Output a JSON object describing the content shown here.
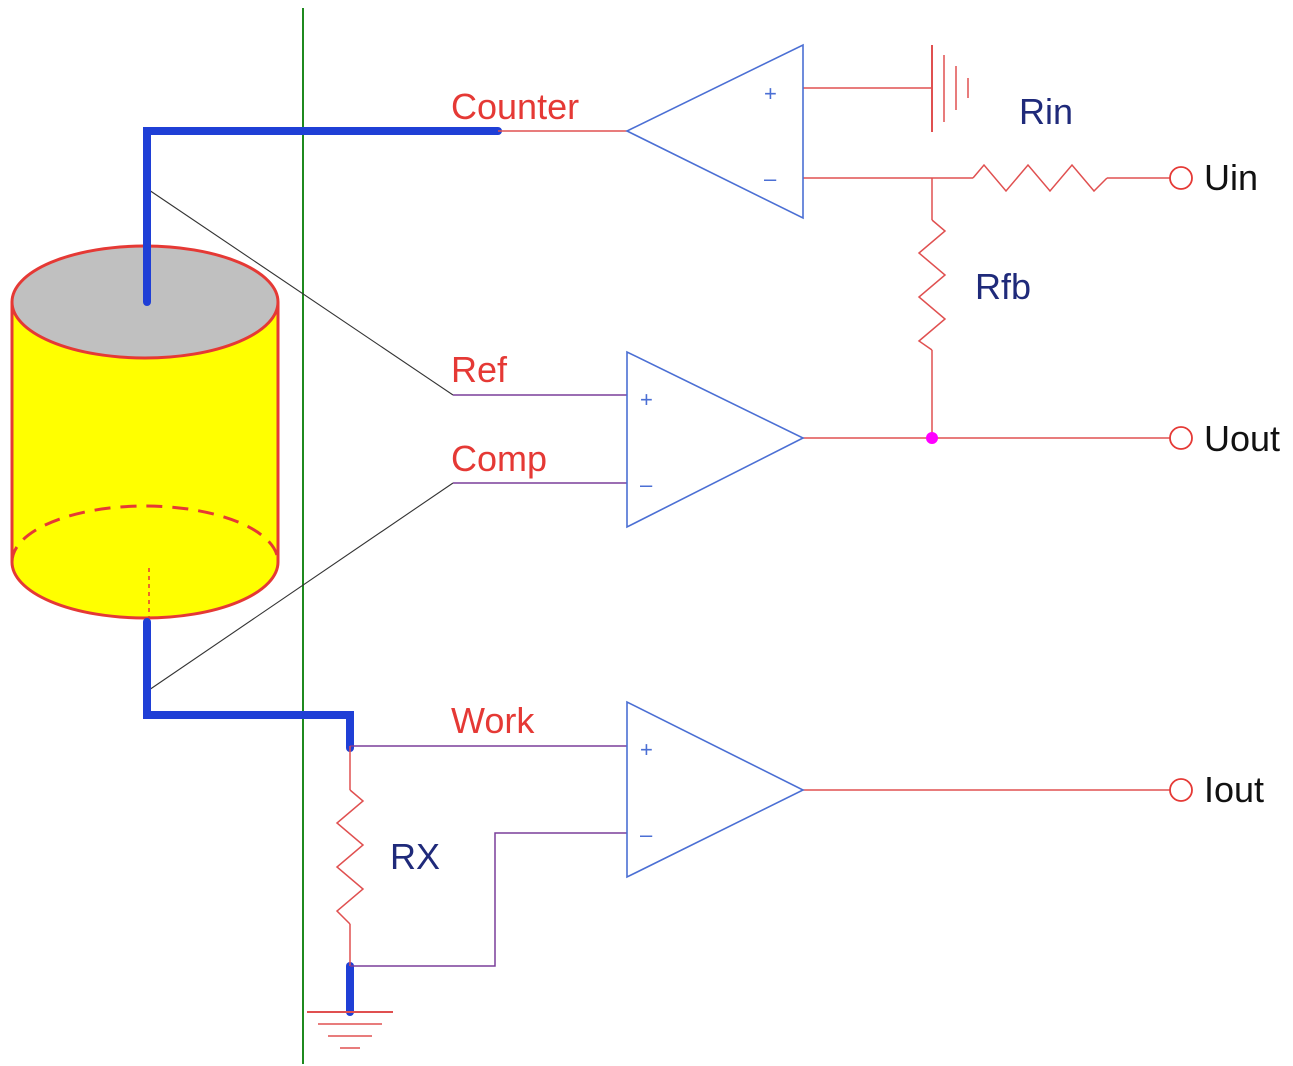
{
  "labels": {
    "counter": "Counter",
    "ref": "Ref",
    "comp": "Comp",
    "work": "Work",
    "rin": "Rin",
    "rfb": "Rfb",
    "rx": "RX",
    "uin": "Uin",
    "uout": "Uout",
    "iout": "Iout"
  },
  "opamp_signs": {
    "plus": "+",
    "minus": "–"
  },
  "colors": {
    "electrode_label": "#e53935",
    "component_label": "#1f2a7a",
    "electrode_lead": "#1f3fd6",
    "opamp": "#4b6fd4",
    "cell_body": "#ffff00",
    "cell_top": "#c0c0c0",
    "cell_outline": "#e53935",
    "cell_boundary": "#1f8a1f",
    "junction": "#ff00ff"
  }
}
